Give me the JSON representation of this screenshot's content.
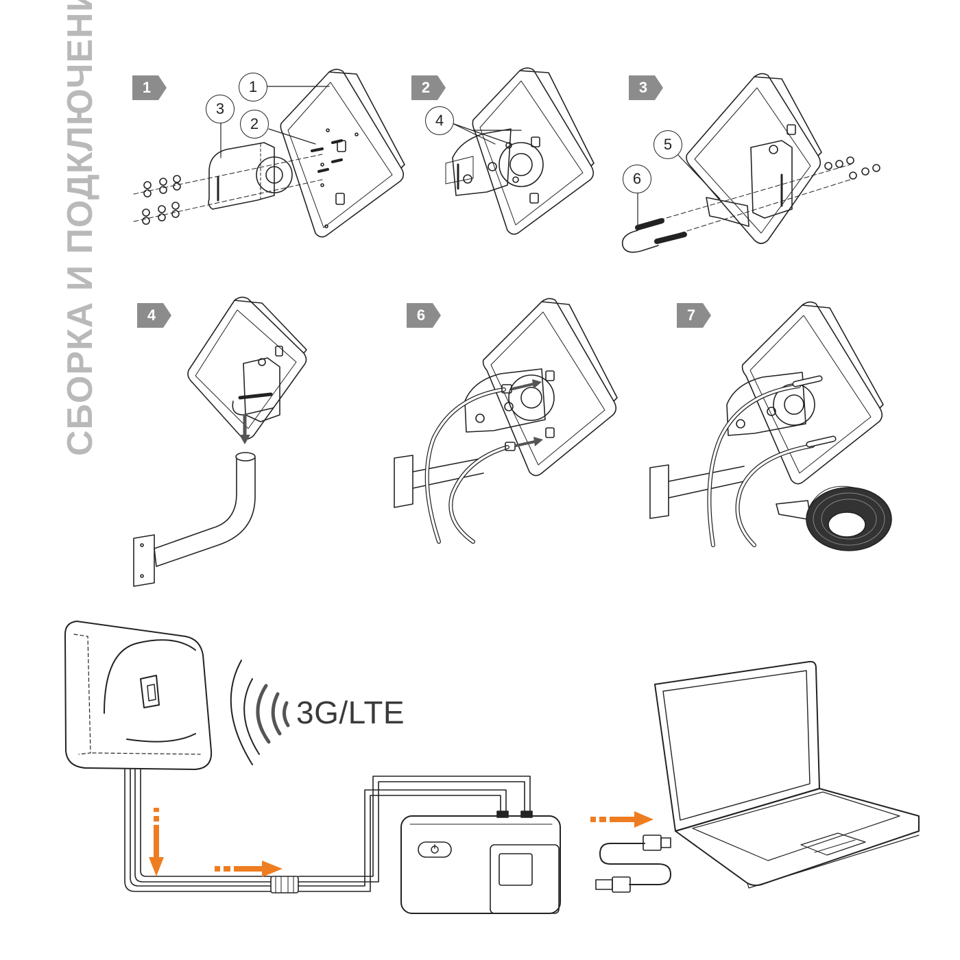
{
  "title": "СБОРКА И ПОДКЛЮЧЕНИЕ",
  "steps": {
    "s1": "1",
    "s2": "2",
    "s3": "3",
    "s4": "4",
    "s6": "6",
    "s7": "7"
  },
  "callouts": {
    "c1": "1",
    "c2": "2",
    "c3": "3",
    "c4": "4",
    "c5": "5",
    "c6": "6"
  },
  "connection": {
    "signal_label": "3G/LTE"
  },
  "colors": {
    "title_gray": "#b9b9b9",
    "step_gray": "#8c8c8c",
    "accent_orange": "#ee7d22",
    "line_dark": "#222222"
  }
}
